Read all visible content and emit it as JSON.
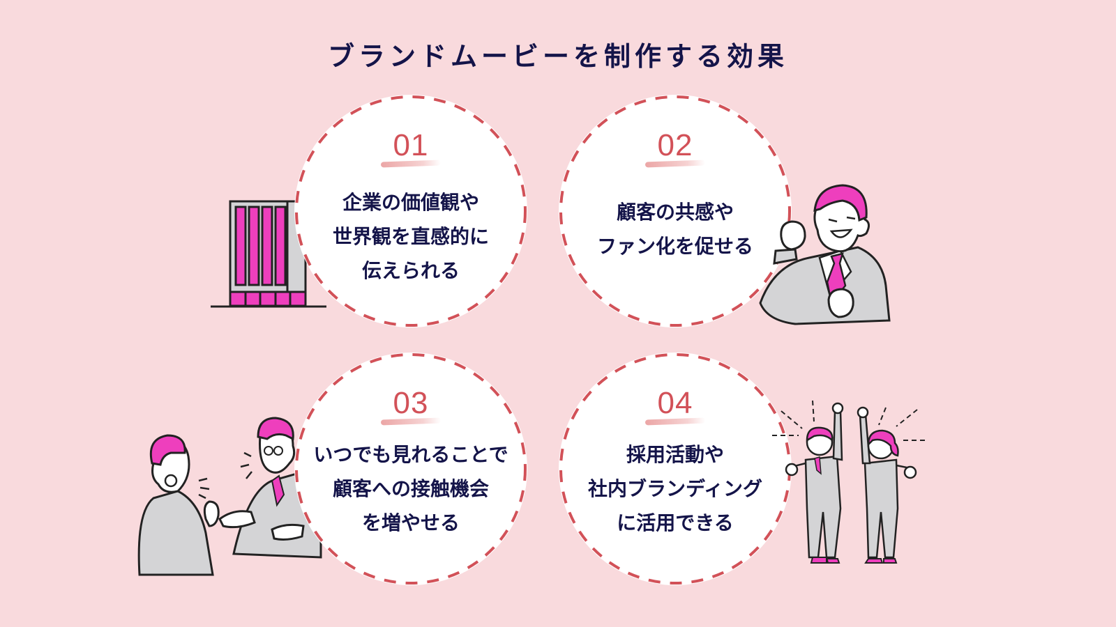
{
  "title": "ブランドムービーを制作する効果",
  "colors": {
    "background": "#f9dadd",
    "circle_fill": "#ffffff",
    "dash": "#d25158",
    "number": "#d25158",
    "text": "#141449",
    "accent_pink": "#ee3fbd",
    "suit_gray": "#d4d4d6"
  },
  "effects": [
    {
      "number": "01",
      "lines": [
        "企業の価値観や",
        "世界観を直感的に",
        "伝えられる"
      ],
      "illustration": "building-icon"
    },
    {
      "number": "02",
      "lines": [
        "顧客の共感や",
        "ファン化を促せる"
      ],
      "illustration": "businessman-fist-pump"
    },
    {
      "number": "03",
      "lines": [
        "いつでも見れることで",
        "顧客への接触機会",
        "を増やせる"
      ],
      "illustration": "two-people-conversation"
    },
    {
      "number": "04",
      "lines": [
        "採用活動や",
        "社内ブランディング",
        "に活用できる"
      ],
      "illustration": "two-employees-cheering"
    }
  ]
}
